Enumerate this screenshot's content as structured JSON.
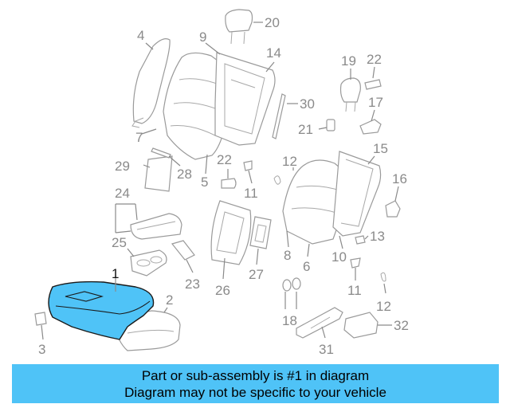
{
  "diagram": {
    "highlight_color": "#4fc3f7",
    "callouts": [
      "1",
      "2",
      "3",
      "4",
      "5",
      "6",
      "7",
      "8",
      "9",
      "10",
      "11",
      "11",
      "11",
      "12",
      "12",
      "13",
      "14",
      "15",
      "16",
      "17",
      "18",
      "19",
      "20",
      "21",
      "22",
      "22",
      "23",
      "24",
      "25",
      "26",
      "27",
      "28",
      "29",
      "30",
      "31",
      "32"
    ]
  },
  "banner": {
    "line1": "Part or sub-assembly is #1 in diagram",
    "line2": "Diagram may not be specific to your vehicle"
  }
}
